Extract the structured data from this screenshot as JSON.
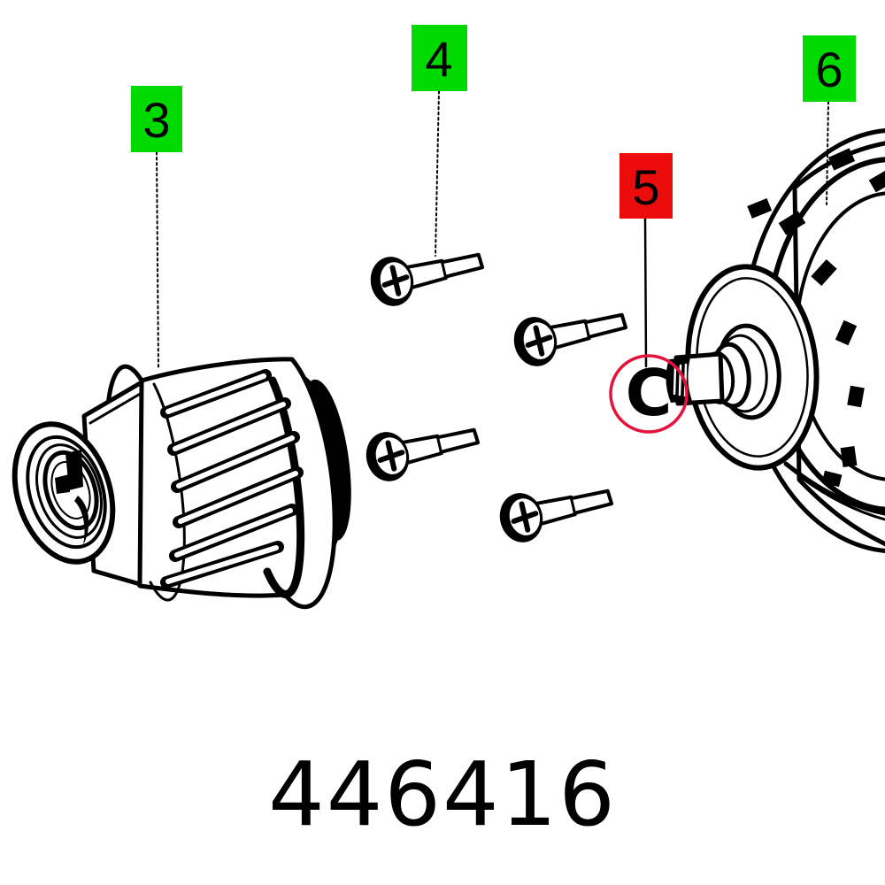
{
  "diagram": {
    "part_number": "446416",
    "marker": {
      "letter": "C"
    },
    "callouts": [
      {
        "label": "3",
        "color": "#00da00"
      },
      {
        "label": "4",
        "color": "#00da00"
      },
      {
        "label": "5",
        "color": "#ed0c0c"
      },
      {
        "label": "6",
        "color": "#00da00"
      }
    ],
    "colors": {
      "callout_green": "#00da00",
      "callout_red": "#ed0c0c",
      "highlight_circle": "#e4133c",
      "line_art": "#000000",
      "background": "#ffffff"
    }
  }
}
